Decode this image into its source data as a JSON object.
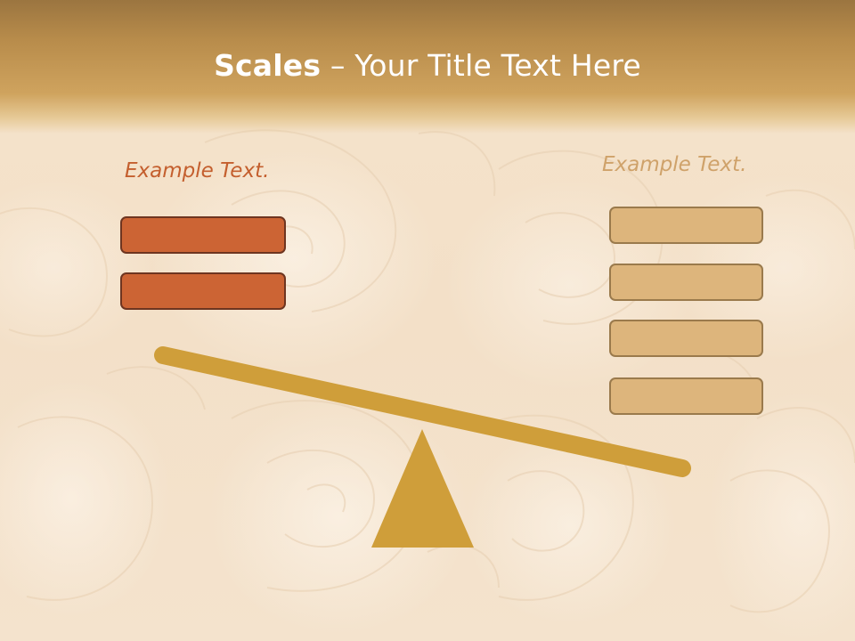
{
  "slide": {
    "title_bold": "Scales",
    "title_rest": " – Your Title Text Here"
  },
  "left_pan": {
    "label": "Example Text.",
    "box_count": 2
  },
  "right_pan": {
    "label": "Example Text.",
    "box_count": 4
  },
  "colors": {
    "title_band": "#b88c4b",
    "left_label": "#c45f2e",
    "left_box_fill": "#cc6434",
    "left_box_border": "#6e3520",
    "right_label": "#cfa26a",
    "right_box_fill": "#ddb57c",
    "right_box_border": "#9a7a4c",
    "beam": "#cf9e3a",
    "fulcrum": "#cf9e3a"
  }
}
